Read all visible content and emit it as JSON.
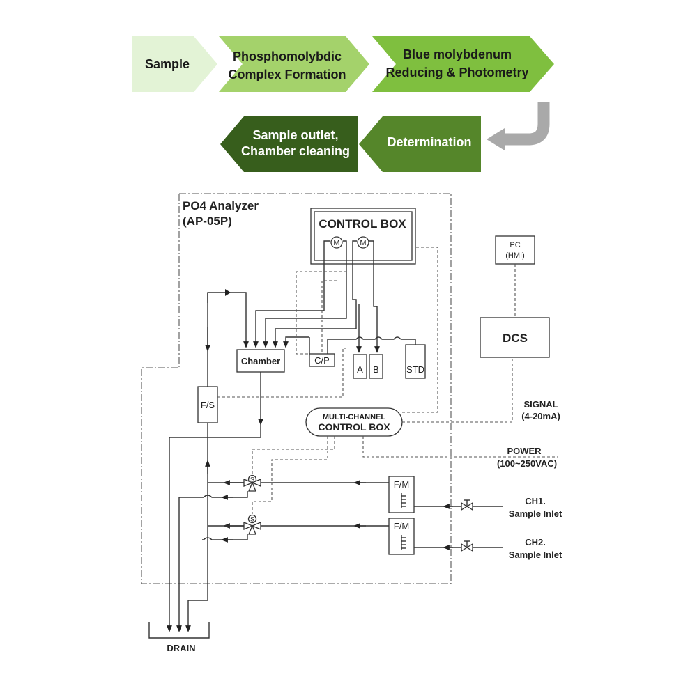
{
  "process_steps": {
    "sample": "Sample",
    "complex_line1": "Phosphomolybdic",
    "complex_line2": "Complex Formation",
    "reduce_line1": "Blue molybdenum",
    "reduce_line2": "Reducing & Photometry",
    "determination": "Determination",
    "outlet_line1": "Sample outlet,",
    "outlet_line2": "Chamber cleaning"
  },
  "colors": {
    "step_sample": "#e3f3d6",
    "step_complex": "#a4d26b",
    "step_reduce": "#7fbf3f",
    "step_determination": "#55862a",
    "step_outlet": "#375e1c",
    "return_arrow": "#a9a9a9"
  },
  "analyzer": {
    "title_line1": "PO4 Analyzer",
    "title_line2": "(AP-05P)"
  },
  "components": {
    "control_box": "CONTROL BOX",
    "motor": "M",
    "chamber": "Chamber",
    "cp": "C/P",
    "reagent_a": "A",
    "reagent_b": "B",
    "std": "STD",
    "fs": "F/S",
    "multi_line1": "MULTI-CHANNEL",
    "multi_line2": "CONTROL BOX",
    "fm": "F/M",
    "solenoid": "S",
    "pc_line1": "PC",
    "pc_line2": "(HMI)",
    "dcs": "DCS",
    "signal_line1": "SIGNAL",
    "signal_line2": "(4-20mA)",
    "power_line1": "POWER",
    "power_line2": "(100~250VAC)",
    "ch1_line1": "CH1.",
    "ch1_line2": "Sample Inlet",
    "ch2_line1": "CH2.",
    "ch2_line2": "Sample Inlet",
    "drain": "DRAIN"
  }
}
